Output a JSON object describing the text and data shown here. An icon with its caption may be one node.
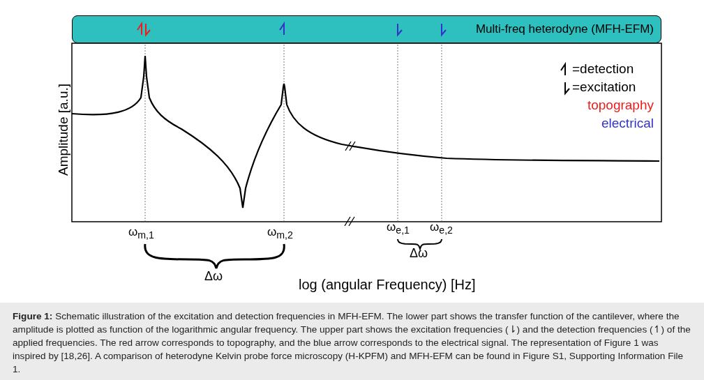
{
  "diagram": {
    "caption": "**Figure 1:** Schematic illustration of the excitation and detection frequencies in MFH-EFM. The lower part shows the transfer function of the cantilever, where the amplitude is plotted as function of the logarithmic angular frequency. The upper part shows the excitation frequencies (⇂) and the detection frequencies (↿) of the applied frequencies. The red arrow corresponds to topography, and the blue arrow corresponds to the electrical signal. The representation of Figure 1 was inspired by [18,26]. A comparison of heterodyne Kelvin probe force microscopy (H-KPFM) and MFH-EFM can be found in Figure S1, Supporting Information File 1.",
    "nodes": [
      {
        "text": [
          "Multi-freq heterodyne (MFH-EFM)"
        ]
      }
    ],
    "labels": [
      "Amplitude [a.u.]",
      "ω$_{m,1}$",
      "ω$_{m,2}$",
      "ω$_{e,1}$",
      "ω$_{e,2}$",
      "Δω",
      "Δω",
      "log (angular Frequency) [Hz]"
    ],
    "legend": [
      {
        "text": "=detection"
      },
      {
        "text": "=excitation"
      },
      {
        "text": "topography",
        "color": "#ee1c1c"
      },
      {
        "text": "electrical",
        "color": "#3333cc"
      }
    ]
  }
}
